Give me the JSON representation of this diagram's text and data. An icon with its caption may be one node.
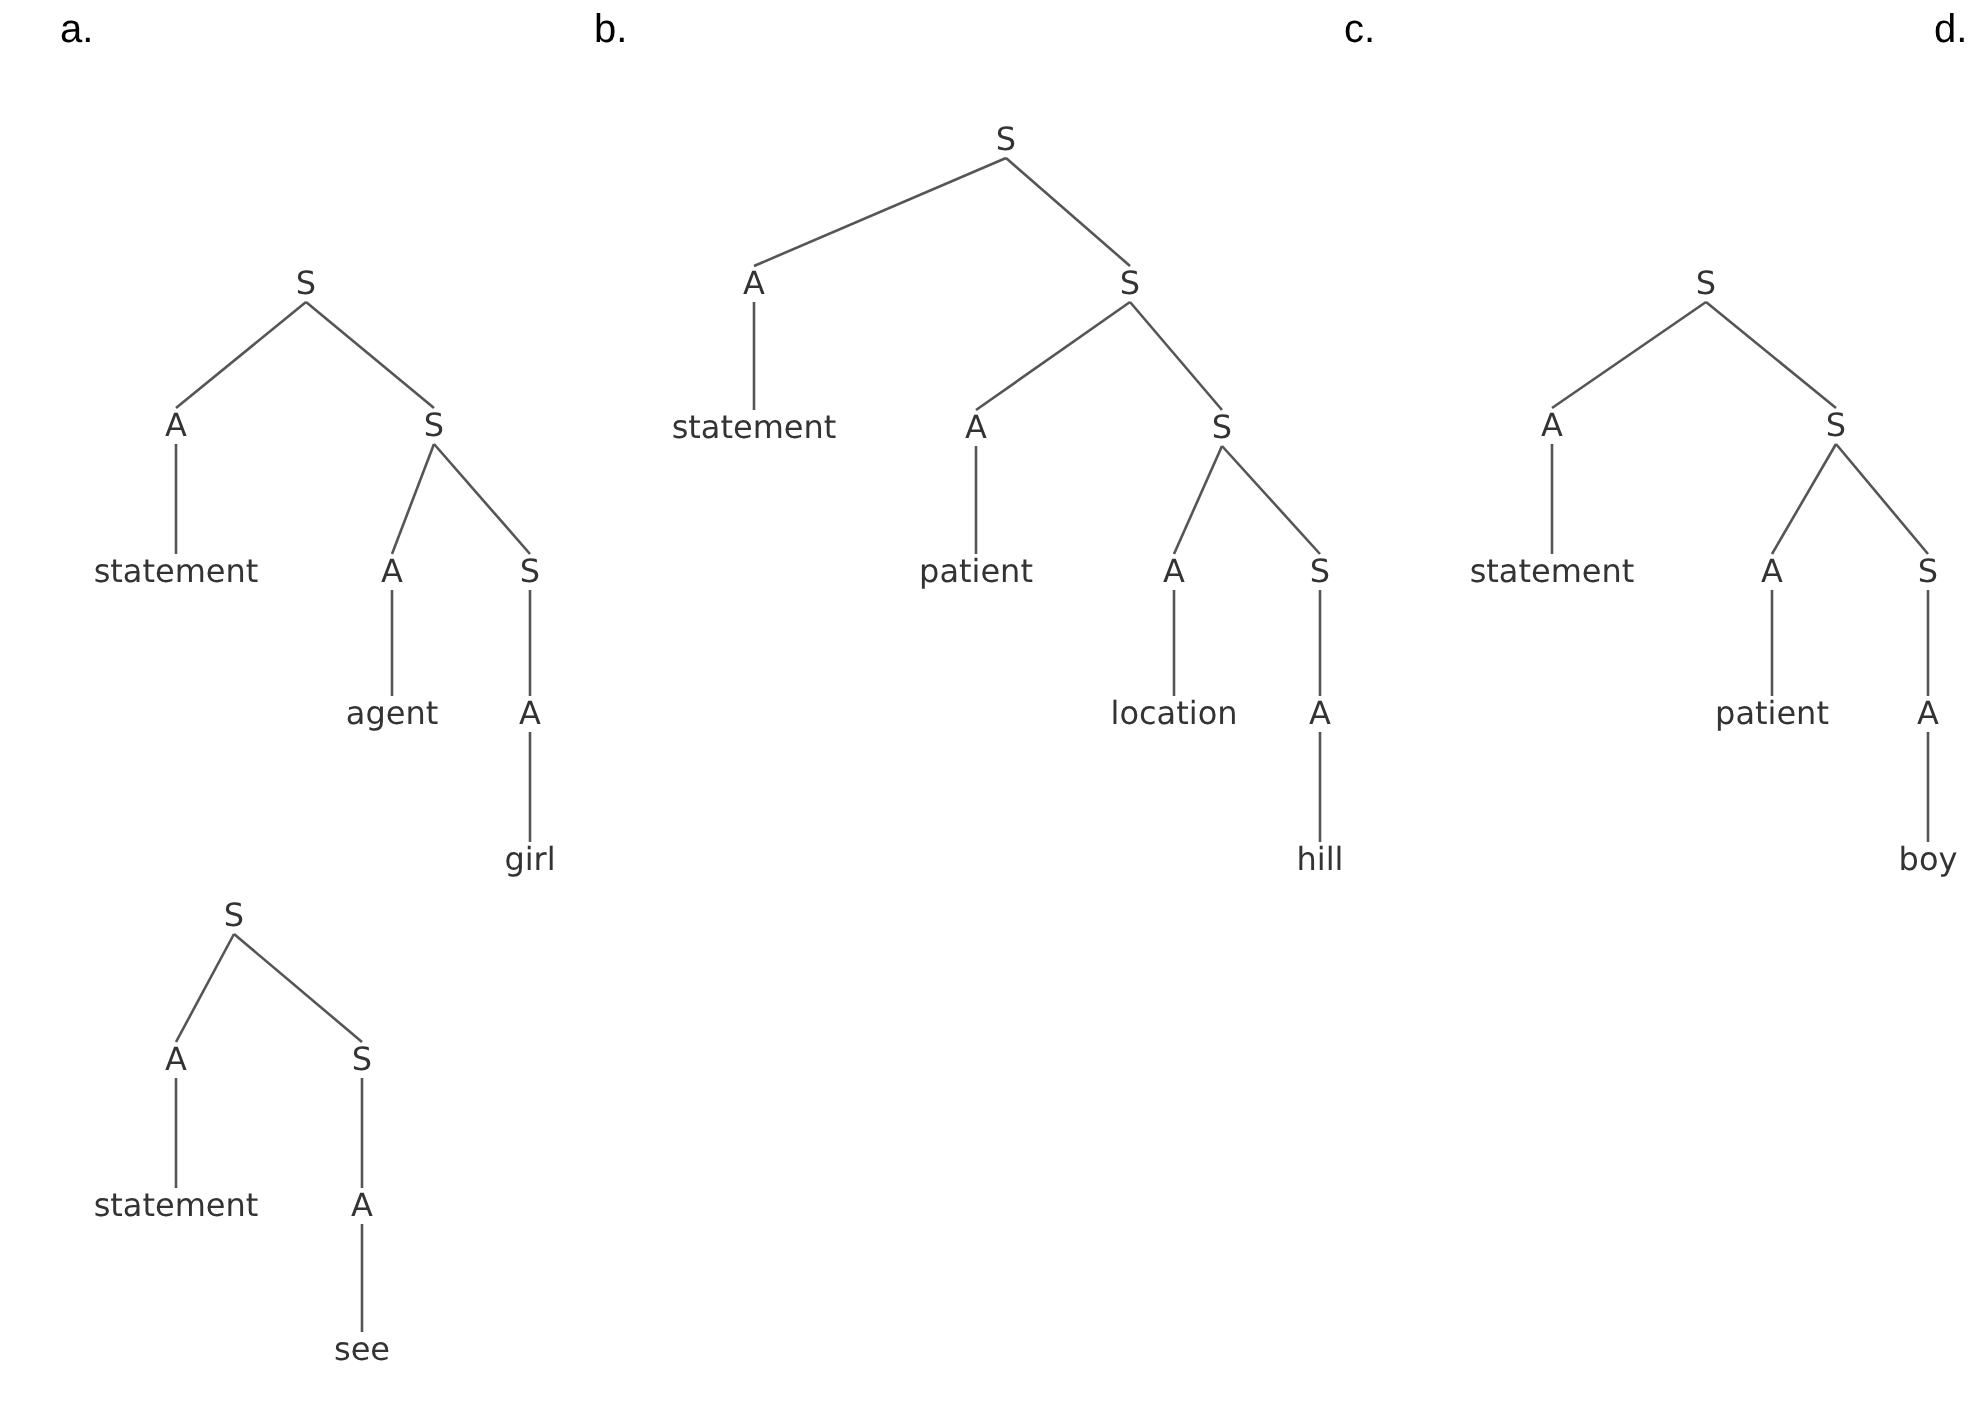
{
  "diagram": {
    "nodes": [
      {
        "text": [
          "S"
        ]
      },
      {
        "text": [
          "A"
        ]
      },
      {
        "text": [
          "statement"
        ]
      },
      {
        "text": [
          "S"
        ]
      },
      {
        "text": [
          "A"
        ]
      },
      {
        "text": [
          "agent"
        ]
      },
      {
        "text": [
          "S"
        ]
      },
      {
        "text": [
          "A"
        ]
      },
      {
        "text": [
          "girl"
        ]
      },
      {
        "text": [
          "S"
        ]
      },
      {
        "text": [
          "A"
        ]
      },
      {
        "text": [
          "statement"
        ]
      },
      {
        "text": [
          "S"
        ]
      },
      {
        "text": [
          "A"
        ]
      },
      {
        "text": [
          "patient"
        ]
      },
      {
        "text": [
          "S"
        ]
      },
      {
        "text": [
          "A"
        ]
      },
      {
        "text": [
          "location"
        ]
      },
      {
        "text": [
          "S"
        ]
      },
      {
        "text": [
          "A"
        ]
      },
      {
        "text": [
          "hill"
        ]
      },
      {
        "text": [
          "S"
        ]
      },
      {
        "text": [
          "A"
        ]
      },
      {
        "text": [
          "statement"
        ]
      },
      {
        "text": [
          "S"
        ]
      },
      {
        "text": [
          "A"
        ]
      },
      {
        "text": [
          "patient"
        ]
      },
      {
        "text": [
          "S"
        ]
      },
      {
        "text": [
          "A"
        ]
      },
      {
        "text": [
          "boy"
        ]
      },
      {
        "text": [
          "S"
        ]
      },
      {
        "text": [
          "A"
        ]
      },
      {
        "text": [
          "statement"
        ]
      },
      {
        "text": [
          "S"
        ]
      },
      {
        "text": [
          "A"
        ]
      },
      {
        "text": [
          "see"
        ]
      }
    ],
    "edges": [
      {
        "from": 0,
        "to": 1,
        "arrow": "none"
      },
      {
        "from": 1,
        "to": 2,
        "arrow": "none"
      },
      {
        "from": 0,
        "to": 3,
        "arrow": "none"
      },
      {
        "from": 3,
        "to": 4,
        "arrow": "none"
      },
      {
        "from": 4,
        "to": 5,
        "arrow": "none"
      },
      {
        "from": 3,
        "to": 6,
        "arrow": "none"
      },
      {
        "from": 6,
        "to": 7,
        "arrow": "none"
      },
      {
        "from": 7,
        "to": 8,
        "arrow": "none"
      },
      {
        "from": 9,
        "to": 10,
        "arrow": "none"
      },
      {
        "from": 10,
        "to": 11,
        "arrow": "none"
      },
      {
        "from": 9,
        "to": 12,
        "arrow": "none"
      },
      {
        "from": 12,
        "to": 13,
        "arrow": "none"
      },
      {
        "from": 13,
        "to": 14,
        "arrow": "none"
      },
      {
        "from": 12,
        "to": 15,
        "arrow": "none"
      },
      {
        "from": 15,
        "to": 16,
        "arrow": "none"
      },
      {
        "from": 16,
        "to": 17,
        "arrow": "none"
      },
      {
        "from": 15,
        "to": 18,
        "arrow": "none"
      },
      {
        "from": 18,
        "to": 19,
        "arrow": "none"
      },
      {
        "from": 19,
        "to": 20,
        "arrow": "none"
      },
      {
        "from": 21,
        "to": 22,
        "arrow": "none"
      },
      {
        "from": 22,
        "to": 23,
        "arrow": "none"
      },
      {
        "from": 21,
        "to": 24,
        "arrow": "none"
      },
      {
        "from": 24,
        "to": 25,
        "arrow": "none"
      },
      {
        "from": 25,
        "to": 26,
        "arrow": "none"
      },
      {
        "from": 24,
        "to": 27,
        "arrow": "none"
      },
      {
        "from": 27,
        "to": 28,
        "arrow": "none"
      },
      {
        "from": 28,
        "to": 29,
        "arrow": "none"
      },
      {
        "from": 30,
        "to": 31,
        "arrow": "none"
      },
      {
        "from": 31,
        "to": 32,
        "arrow": "none"
      },
      {
        "from": 30,
        "to": 33,
        "arrow": "none"
      },
      {
        "from": 33,
        "to": 34,
        "arrow": "none"
      },
      {
        "from": 34,
        "to": 35,
        "arrow": "none"
      }
    ],
    "labels": [
      "a.",
      "b.",
      "c.",
      "d."
    ]
  }
}
